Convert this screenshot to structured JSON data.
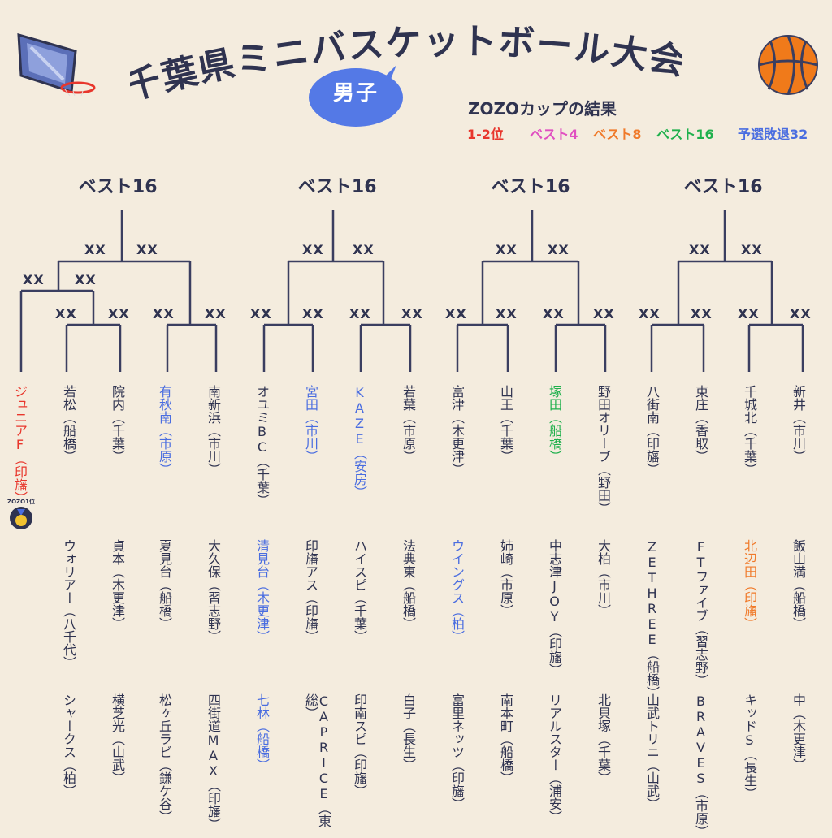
{
  "title": "千葉県ミニバスケットボール大会",
  "category": "男子",
  "subtitle": "ZOZOカップの結果",
  "legend": [
    {
      "label": "1-2位",
      "color": "#e8362c"
    },
    {
      "label": "ベスト4",
      "color": "#e04fc1"
    },
    {
      "label": "ベスト8",
      "color": "#f07a2a"
    },
    {
      "label": "ベスト16",
      "color": "#1fb04c"
    },
    {
      "label": "予選敗退32",
      "color": "#4a6de0"
    }
  ],
  "rounds": [
    "ベスト16",
    "ベスト16",
    "ベスト16",
    "ベスト16"
  ],
  "score_placeholder": "XX",
  "badge_text": "ZOZO1位",
  "colors": {
    "background": "#f4ecde",
    "text": "#2f3350",
    "bubble": "#5479e6",
    "line": "#3a3e60",
    "ball": "#f07a1a"
  },
  "columns": [
    {
      "top": "ジュニアF（印旛）",
      "top_color": "#e8362c",
      "mid": "",
      "bot": ""
    },
    {
      "top": "若松（船橋）",
      "top_color": "",
      "mid": "ウォリアー（八千代）",
      "bot": "シャークス（柏）"
    },
    {
      "top": "院内（千葉）",
      "top_color": "",
      "mid": "貞本（木更津）",
      "bot": "横芝光（山武）"
    },
    {
      "top": "有秋南（市原）",
      "top_color": "#4a6de0",
      "mid": "夏見台（船橋）",
      "bot": "松ヶ丘ラビ（鎌ケ谷）"
    },
    {
      "top": "南新浜（市川）",
      "top_color": "",
      "mid": "大久保（習志野）",
      "bot": "四街道MAX（印旛）"
    },
    {
      "top": "オユミBC（千葉）",
      "top_color": "",
      "mid": "清見台（木更津）",
      "mid_color": "#4a6de0",
      "bot": "七林（船橋）",
      "bot_color": "#4a6de0"
    },
    {
      "top": "宮田（市川）",
      "top_color": "#4a6de0",
      "mid": "印旛アス（印旛）",
      "bot": "CAPRICE（東総）"
    },
    {
      "top": "KAZE（安房）",
      "top_color": "#4a6de0",
      "mid": "ハイスピ（千葉）",
      "bot": "印南スピ（印旛）"
    },
    {
      "top": "若葉（市原）",
      "top_color": "",
      "mid": "法典東（船橋）",
      "bot": "白子（長生）"
    },
    {
      "top": "富津（木更津）",
      "top_color": "",
      "mid": "ウイングス（柏）",
      "mid_color": "#4a6de0",
      "bot": "富里ネッツ（印旛）"
    },
    {
      "top": "山王（千葉）",
      "top_color": "",
      "mid": "姉崎（市原）",
      "bot": "南本町（船橋）"
    },
    {
      "top": "塚田（船橋）",
      "top_color": "#1fb04c",
      "mid": "中志津JOY（印旛）",
      "bot": "リアルスター（浦安）"
    },
    {
      "top": "野田オリーブ（野田）",
      "top_color": "",
      "mid": "大柏（市川）",
      "bot": "北貝塚（千葉）"
    },
    {
      "top": "八街南（印旛）",
      "top_color": "",
      "mid": "ZETHREE（船橋）",
      "bot": "山武トリニ（山武）"
    },
    {
      "top": "東庄（香取）",
      "top_color": "",
      "mid": "FTファイブ（習志野）",
      "bot": "BRAVES（市原）"
    },
    {
      "top": "千城北（千葉）",
      "top_color": "",
      "mid": "北辺田（印旛）",
      "mid_color": "#f07a2a",
      "bot": "キッドS（長生）"
    },
    {
      "top": "新井（市川）",
      "top_color": "",
      "mid": "飯山満（船橋）",
      "bot": "中（木更津）"
    }
  ]
}
